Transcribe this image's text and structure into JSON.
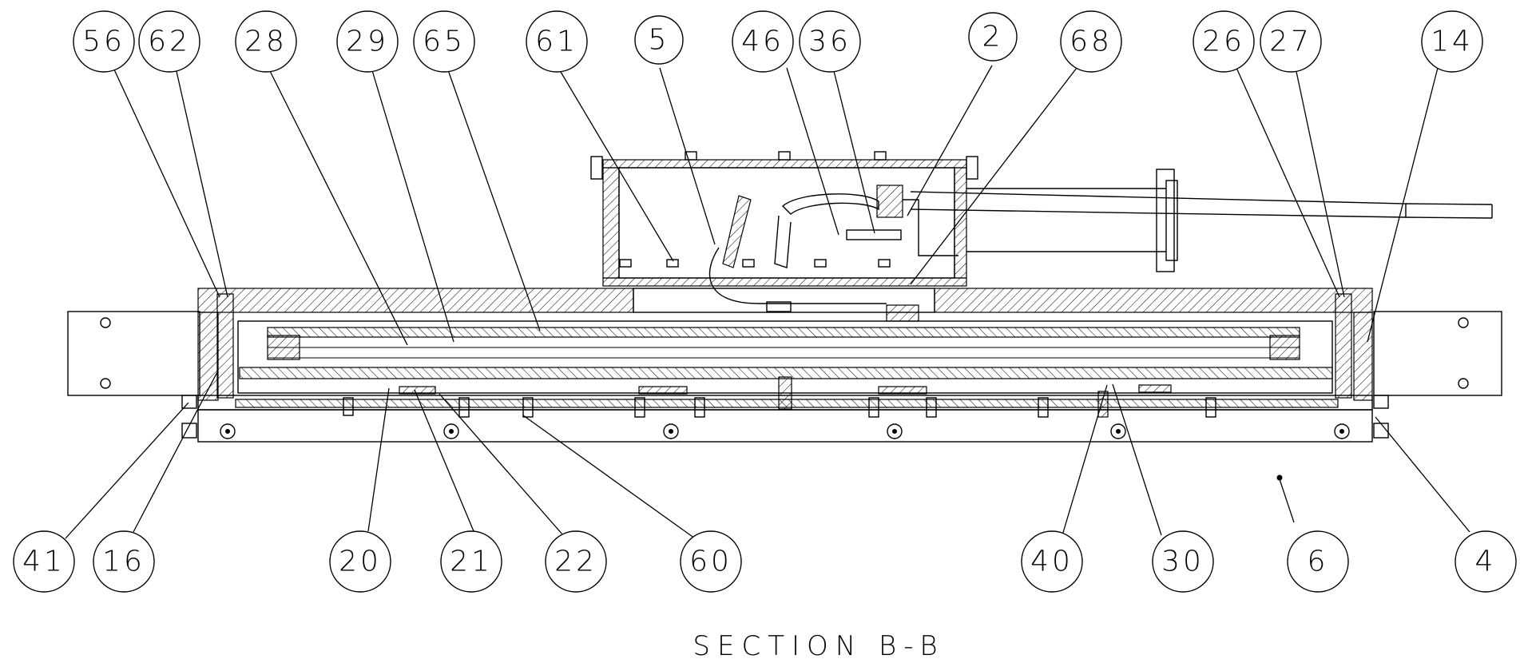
{
  "title": "SECTION  B-B",
  "balloons": [
    {
      "id": "b56",
      "label": "56"
    },
    {
      "id": "b62",
      "label": "62"
    },
    {
      "id": "b28",
      "label": "28"
    },
    {
      "id": "b29",
      "label": "29"
    },
    {
      "id": "b65",
      "label": "65"
    },
    {
      "id": "b61",
      "label": "61"
    },
    {
      "id": "b5",
      "label": "5"
    },
    {
      "id": "b46",
      "label": "46"
    },
    {
      "id": "b36",
      "label": "36"
    },
    {
      "id": "b2",
      "label": "2"
    },
    {
      "id": "b68",
      "label": "68"
    },
    {
      "id": "b26",
      "label": "26"
    },
    {
      "id": "b27",
      "label": "27"
    },
    {
      "id": "b14",
      "label": "14"
    },
    {
      "id": "b41",
      "label": "41"
    },
    {
      "id": "b16",
      "label": "16"
    },
    {
      "id": "b20",
      "label": "20"
    },
    {
      "id": "b21",
      "label": "21"
    },
    {
      "id": "b22",
      "label": "22"
    },
    {
      "id": "b60",
      "label": "60"
    },
    {
      "id": "b40",
      "label": "40"
    },
    {
      "id": "b30",
      "label": "30"
    },
    {
      "id": "b6",
      "label": "6"
    },
    {
      "id": "b4",
      "label": "4"
    }
  ]
}
